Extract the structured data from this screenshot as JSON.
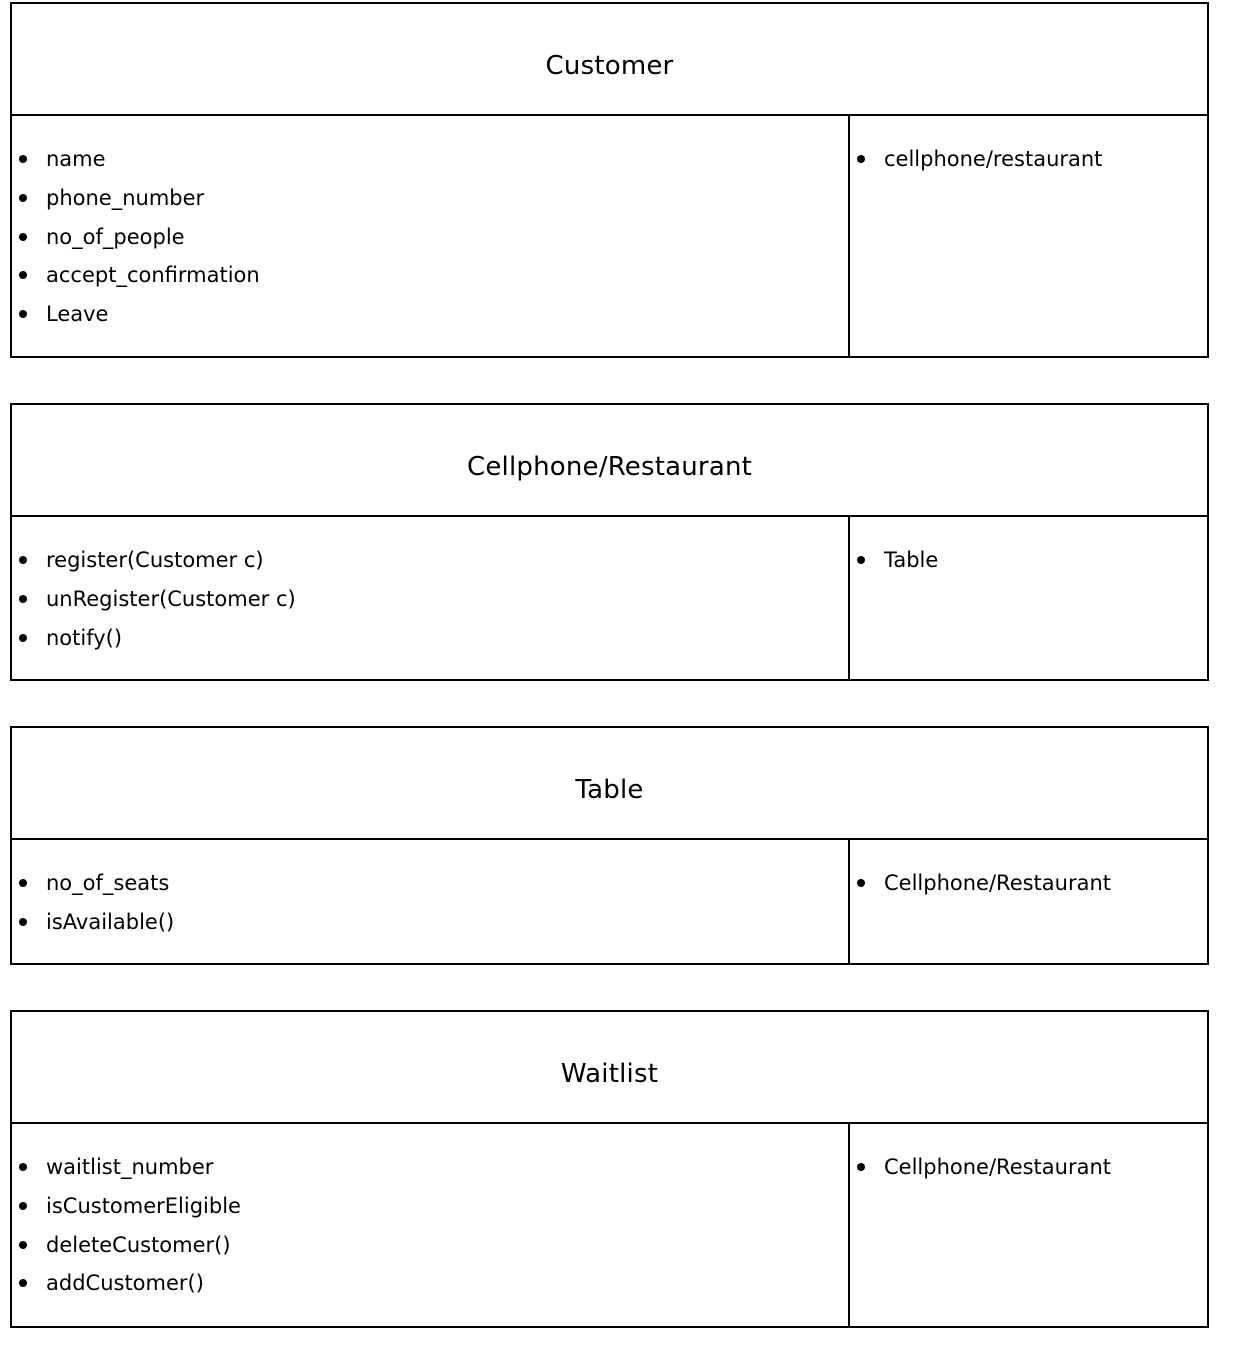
{
  "classes": [
    {
      "title": "Customer",
      "members": [
        "name",
        "phone_number",
        "no_of_people",
        "accept_confirmation",
        "Leave"
      ],
      "collaborators": [
        "cellphone/restaurant"
      ]
    },
    {
      "title": "Cellphone/Restaurant",
      "members": [
        "register(Customer c)",
        "unRegister(Customer c)",
        "notify()"
      ],
      "collaborators": [
        "Table"
      ]
    },
    {
      "title": "Table",
      "members": [
        "no_of_seats",
        "isAvailable()"
      ],
      "collaborators": [
        "Cellphone/Restaurant"
      ]
    },
    {
      "title": "Waitlist",
      "members": [
        "waitlist_number",
        "isCustomerEligible",
        "deleteCustomer()",
        "addCustomer()"
      ],
      "collaborators": [
        "Cellphone/Restaurant"
      ]
    }
  ]
}
